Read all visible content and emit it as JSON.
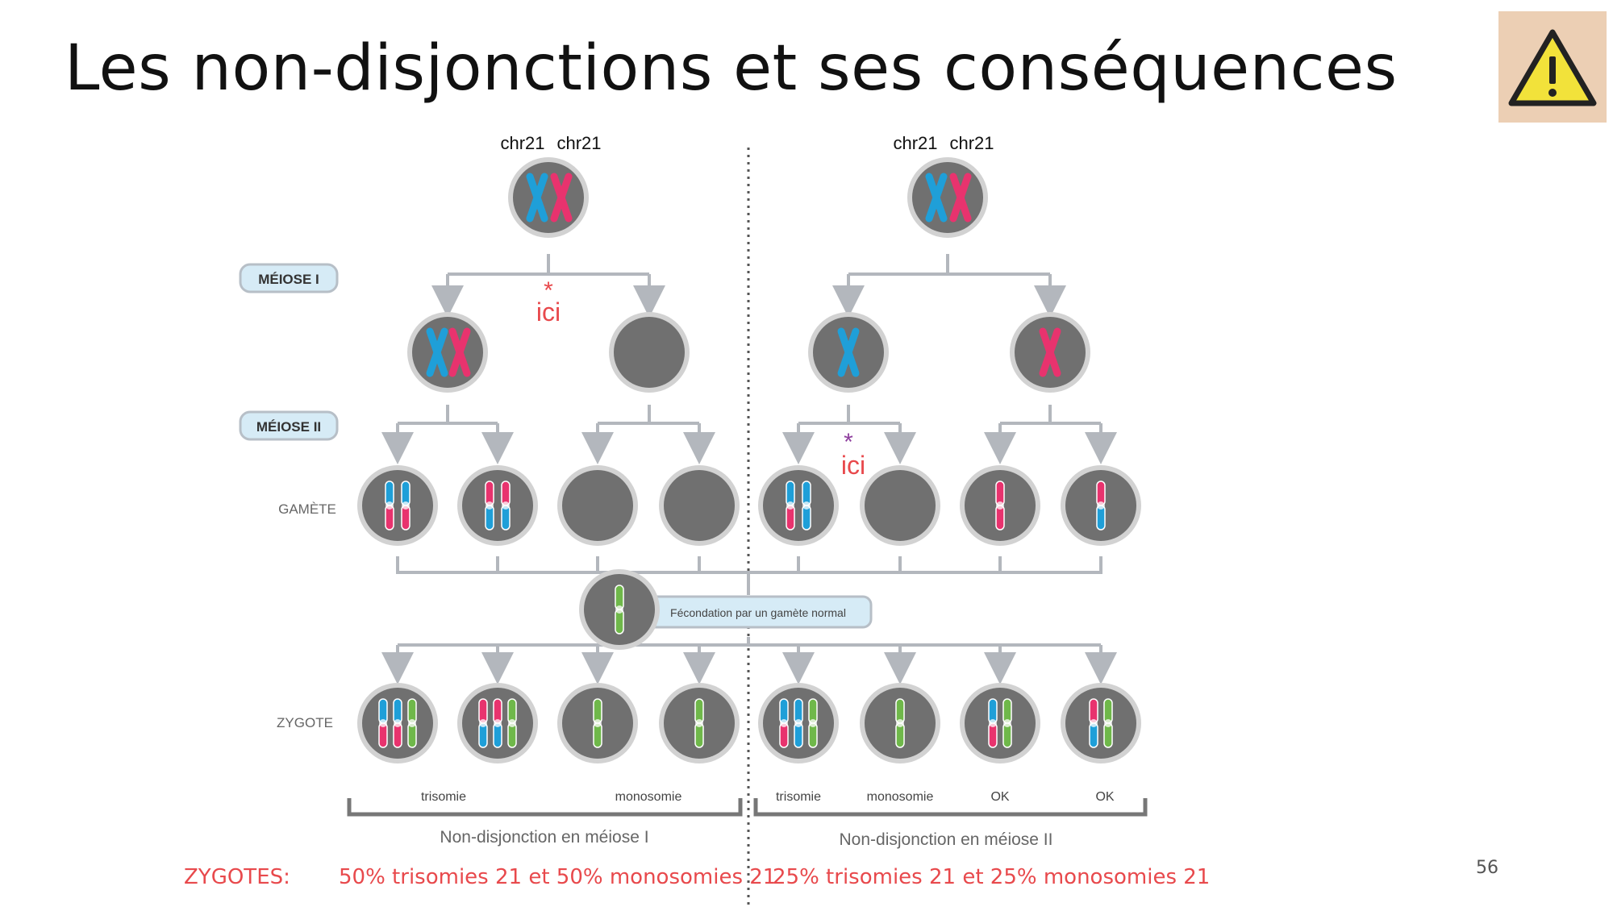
{
  "slide": {
    "title": "Les non-disjonctions et ses conséquences",
    "page_number": "56",
    "warning_icon": "warning-triangle-icon"
  },
  "diagram": {
    "left_chr_labels": [
      "chr21",
      "chr21"
    ],
    "right_chr_labels": [
      "chr21",
      "chr21"
    ],
    "meiose1": "MÉIOSE I",
    "meiose2": "MÉIOSE II",
    "gamete": "GAMÈTE",
    "zygote": "ZYGOTE",
    "ici_marker": "ici",
    "asterisk": "*",
    "fecondation": "Fécondation par un gamète normal",
    "outcomes": [
      "trisomie",
      "monosomie",
      "trisomie",
      "monosomie",
      "OK",
      "OK"
    ],
    "section_left": "Non-disjonction en méiose I",
    "section_right": "Non-disjonction en méiose II"
  },
  "summary": {
    "label": "ZYGOTES:",
    "left": "50% trisomies 21 et 50% monosomies 21",
    "right": "25% trisomies 21 et 25% monosomies 21"
  },
  "colors": {
    "blue": "#1f9fd8",
    "pink": "#e8336e",
    "green": "#6fb84a",
    "cell": "#707070",
    "cell_ring": "#d2d2d2",
    "arrow": "#b3b7bd",
    "red_text": "#e8494c",
    "purple_asterisk": "#8e3f9e",
    "badge_fill": "#d6ebf6"
  }
}
